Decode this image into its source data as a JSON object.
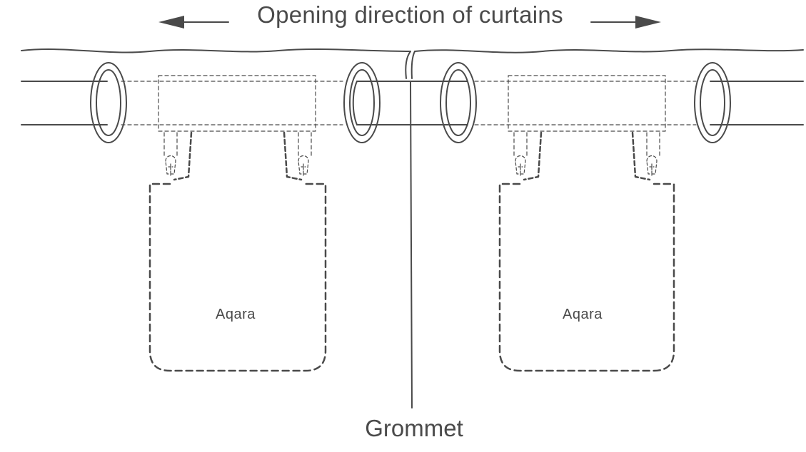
{
  "diagram": {
    "title": "Opening direction of curtains",
    "callout_label": "Grommet",
    "device_brand_left": "Aqara",
    "device_brand_right": "Aqara"
  },
  "colors": {
    "line": "#4a4a4a",
    "background": "#ffffff"
  }
}
